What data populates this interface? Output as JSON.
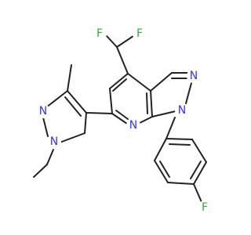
{
  "molecule": {
    "atoms": [
      {
        "id": "F1",
        "symbol": "F",
        "color": "#33aa33"
      },
      {
        "id": "F2",
        "symbol": "F",
        "color": "#33aa33"
      },
      {
        "id": "N_pz1",
        "symbol": "N",
        "color": "#3333ff"
      },
      {
        "id": "N_pz2",
        "symbol": "N",
        "color": "#3333ff"
      },
      {
        "id": "N_py",
        "symbol": "N",
        "color": "#3333ff"
      },
      {
        "id": "N_top",
        "symbol": "N",
        "color": "#3333ff"
      },
      {
        "id": "N_bot",
        "symbol": "N",
        "color": "#3333ff"
      },
      {
        "id": "F3",
        "symbol": "F",
        "color": "#33aa33"
      }
    ],
    "bond_color": "#222222"
  }
}
